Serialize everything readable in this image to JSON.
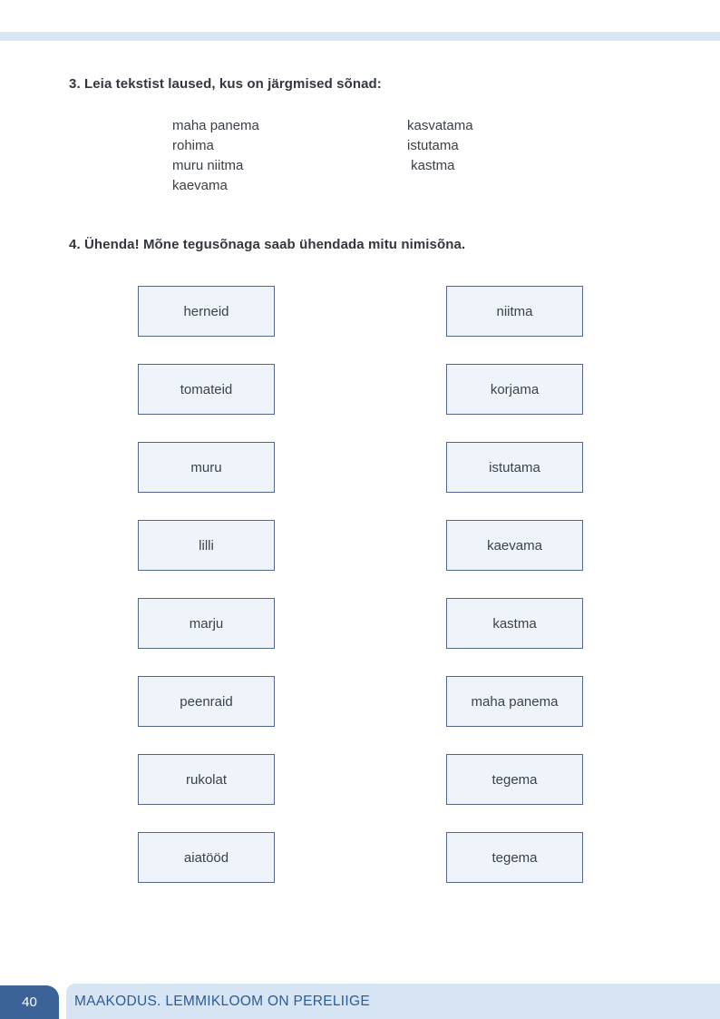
{
  "colors": {
    "page_bg": "#ffffff",
    "strip_blue": "#d9e6f4",
    "box_fill": "#eff4fb",
    "box_border": "#54678a",
    "text_dark": "#383d44",
    "footer_bar": "#d7e4f3",
    "footer_tab": "#3b6398",
    "footer_text": "#2c5d99"
  },
  "exercise3": {
    "heading": "3. Leia tekstist laused, kus on järgmised sõnad:",
    "words_left": [
      "maha panema",
      "rohima",
      "muru niitma",
      "kaevama"
    ],
    "words_right": [
      "kasvatama",
      "istutama",
      " kastma"
    ]
  },
  "exercise4": {
    "heading": "4. Ühenda! Mõne tegusõnaga saab ühendada mitu nimisõna.",
    "nouns": [
      "herneid",
      "tomateid",
      "muru",
      "lilli",
      "marju",
      "peenraid",
      "rukolat",
      "aiatööd"
    ],
    "verbs": [
      "niitma",
      "korjama",
      "istutama",
      "kaevama",
      "kastma",
      "maha panema",
      "tegema",
      "tegema"
    ]
  },
  "footer": {
    "page_number": "40",
    "title": "MAAKODUS. LEMMIKLOOM ON PERELIIGE"
  }
}
